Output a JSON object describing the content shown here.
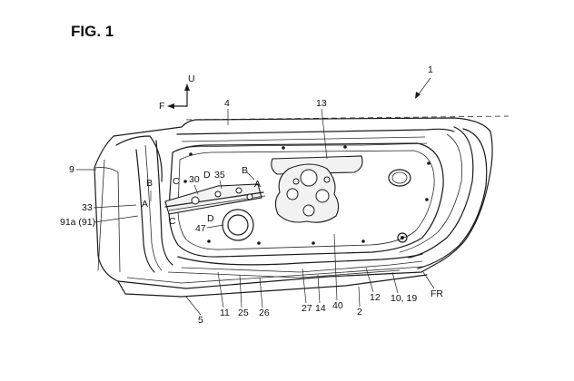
{
  "figure": {
    "title": "FIG. 1",
    "directions": {
      "up": "U",
      "front": "F"
    },
    "labels": {
      "n1": "1",
      "n4": "4",
      "n13": "13",
      "n9": "9",
      "b_left": "B",
      "b_right": "B",
      "a_left": "A",
      "a_right": "A",
      "c_upper": "C",
      "c_lower": "C",
      "d_upper": "D",
      "d_lower": "D",
      "n30": "30",
      "n35": "35",
      "n33": "33",
      "n91a": "91a (91)",
      "n47": "47",
      "n5": "5",
      "n11": "11",
      "n25": "25",
      "n26": "26",
      "n27": "27",
      "n14": "14",
      "n40": "40",
      "n2": "2",
      "n12": "12",
      "n10_19": "10, 19",
      "fr": "FR"
    }
  }
}
